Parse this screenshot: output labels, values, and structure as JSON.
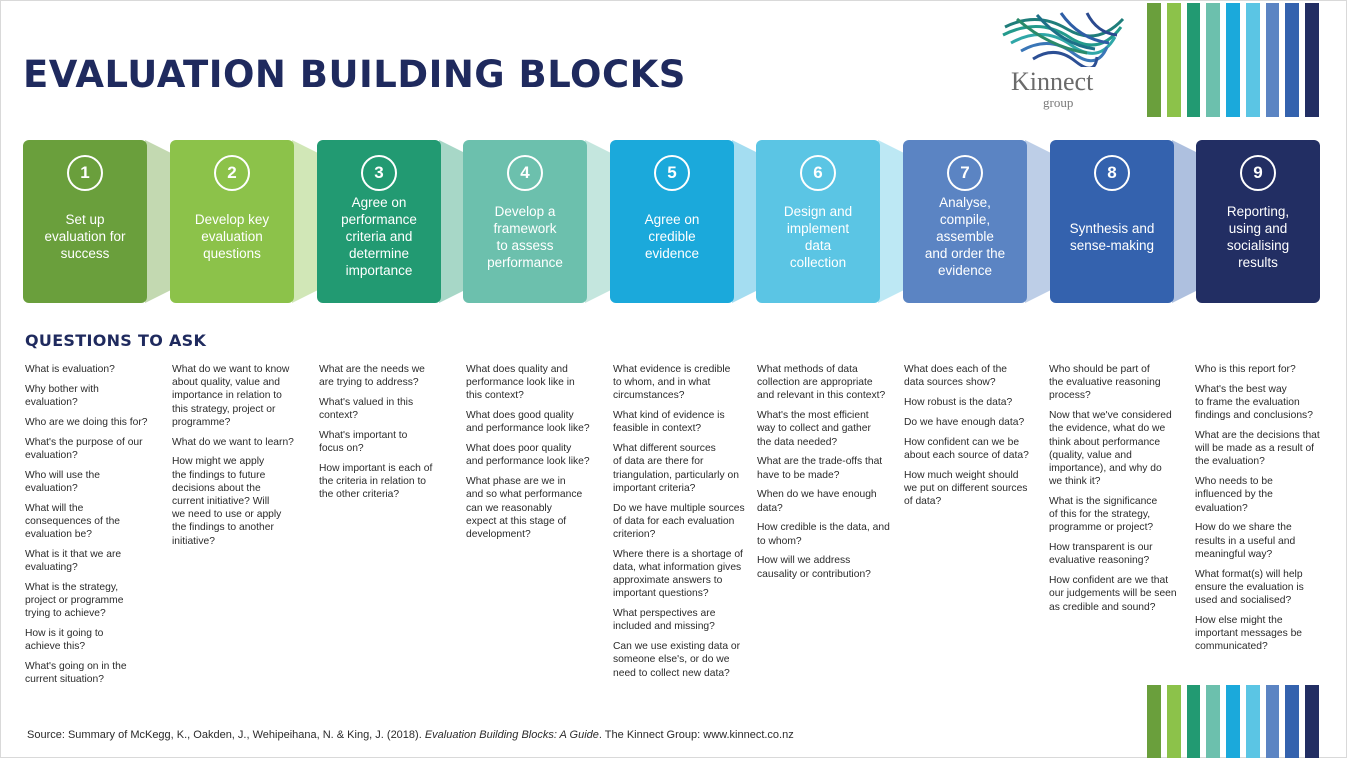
{
  "title": "EVALUATION BUILDING BLOCKS",
  "logo": {
    "wordmark": "Kinnect",
    "subtitle": "group",
    "icon": "woven-mesh-logo-icon"
  },
  "palette": [
    "#6a9f3c",
    "#8cc24a",
    "#229a72",
    "#6cc0ad",
    "#1ba9db",
    "#5bc5e4",
    "#5b84c3",
    "#3462ae",
    "#222e63"
  ],
  "blocks": [
    {
      "number": "1",
      "label": "Set up\nevaluation for\nsuccess"
    },
    {
      "number": "2",
      "label": "Develop key\nevaluation\nquestions"
    },
    {
      "number": "3",
      "label": "Agree on\nperformance\ncriteria and\ndetermine\nimportance"
    },
    {
      "number": "4",
      "label": "Develop a\nframework\nto assess\nperformance"
    },
    {
      "number": "5",
      "label": "Agree on\ncredible\nevidence"
    },
    {
      "number": "6",
      "label": "Design and\nimplement\ndata\ncollection"
    },
    {
      "number": "7",
      "label": "Analyse,\ncompile,\nassemble\nand order the\nevidence"
    },
    {
      "number": "8",
      "label": "Synthesis and\nsense-making"
    },
    {
      "number": "9",
      "label": "Reporting,\nusing and\nsocialising\nresults"
    }
  ],
  "questions_heading": "QUESTIONS TO ASK",
  "questions": [
    [
      "What is evaluation?",
      "Why bother with\nevaluation?",
      "Who are we doing this for?",
      "What's the purpose of our\nevaluation?",
      "Who will use the\nevaluation?",
      "What will the\nconsequences of the\nevaluation be?",
      "What is it that we are\nevaluating?",
      "What is the strategy,\nproject or programme\ntrying to achieve?",
      "How is it going to\nachieve this?",
      "What's going on in the\ncurrent situation?"
    ],
    [
      "What do we want to know\nabout quality, value and\nimportance in relation to\nthis strategy, project or\nprogramme?",
      "What do we want to learn?",
      "How might we apply\nthe findings to future\ndecisions about the\ncurrent initiative? Will\nwe need to use or apply\nthe findings to another\ninitiative?"
    ],
    [
      "What are the needs we\nare trying to address?",
      "What's valued in this\ncontext?",
      "What's important to\nfocus on?",
      "How important is each of\nthe criteria in relation to\nthe other criteria?"
    ],
    [
      "What does quality and\nperformance look like in\nthis context?",
      "What does good quality\nand performance look like?",
      "What does poor quality\nand performance look like?",
      "What phase are we in\nand so what performance\ncan we reasonably\nexpect at this stage of\ndevelopment?"
    ],
    [
      "What evidence is credible\nto whom, and in what\ncircumstances?",
      "What kind of evidence is\nfeasible in context?",
      "What different sources\nof data are there for\ntriangulation, particularly on\nimportant criteria?",
      "Do we have multiple sources\nof data for each evaluation\ncriterion?",
      "Where there is a shortage of\ndata, what information gives\napproximate answers to\nimportant questions?",
      "What perspectives are\nincluded and missing?",
      "Can we use existing data or\nsomeone else's, or do we\nneed to collect new data?"
    ],
    [
      "What methods of data\ncollection are appropriate\nand relevant in this context?",
      "What's the most efficient\nway to collect and gather\nthe data needed?",
      "What are the trade-offs that\nhave to be made?",
      "When do we have enough\ndata?",
      "How credible is the data, and\nto whom?",
      "How will we address\ncausality or contribution?"
    ],
    [
      "What does each of the\ndata sources show?",
      "How robust is the data?",
      "Do we have enough data?",
      "How confident can we be\nabout each source of data?",
      "How much weight should\nwe put on different sources\nof data?"
    ],
    [
      "Who should be part of\nthe evaluative reasoning\nprocess?",
      "Now that we've considered\nthe evidence, what do we\nthink about performance\n(quality, value and\nimportance), and why do\nwe think it?",
      "What is the significance\nof this for the strategy,\nprogramme or project?",
      "How transparent is our\nevaluative reasoning?",
      "How confident are we that\nour judgements will be seen\nas credible and sound?"
    ],
    [
      "Who is this report for?",
      "What's the best way\nto frame the evaluation\nfindings and conclusions?",
      "What are the decisions that\nwill be made as a result of\nthe evaluation?",
      "Who needs to be\ninfluenced by the\nevaluation?",
      "How do we share the\nresults in a useful and\nmeaningful way?",
      "What format(s) will help\nensure the evaluation is\nused and socialised?",
      "How else might the\nimportant messages be\ncommunicated?"
    ]
  ],
  "source": {
    "prefix": "Source: Summary of McKegg, K., Oakden, J., Wehipeihana, N. & King, J. (2018). ",
    "title": "Evaluation Building Blocks: A Guide",
    "suffix": ". The Kinnect Group: www.kinnect.co.nz"
  }
}
